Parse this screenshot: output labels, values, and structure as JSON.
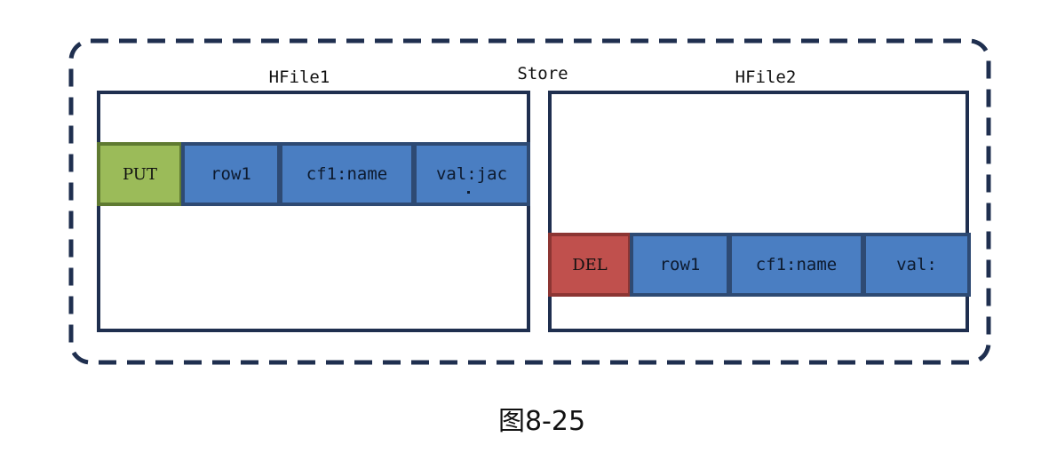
{
  "store": {
    "label": "Store"
  },
  "hfiles": [
    {
      "label": "HFile1",
      "cells": {
        "type": "PUT",
        "row": "row1",
        "column": "cf1:name",
        "value": "val:jac"
      }
    },
    {
      "label": "HFile2",
      "cells": {
        "type": "DEL",
        "row": "row1",
        "column": "cf1:name",
        "value": "val:"
      }
    }
  ],
  "caption": "图8-25",
  "colors": {
    "put": "#9bbb59",
    "del": "#c0504d",
    "cell": "#4a7ec2",
    "border": "#1f2f4f"
  }
}
